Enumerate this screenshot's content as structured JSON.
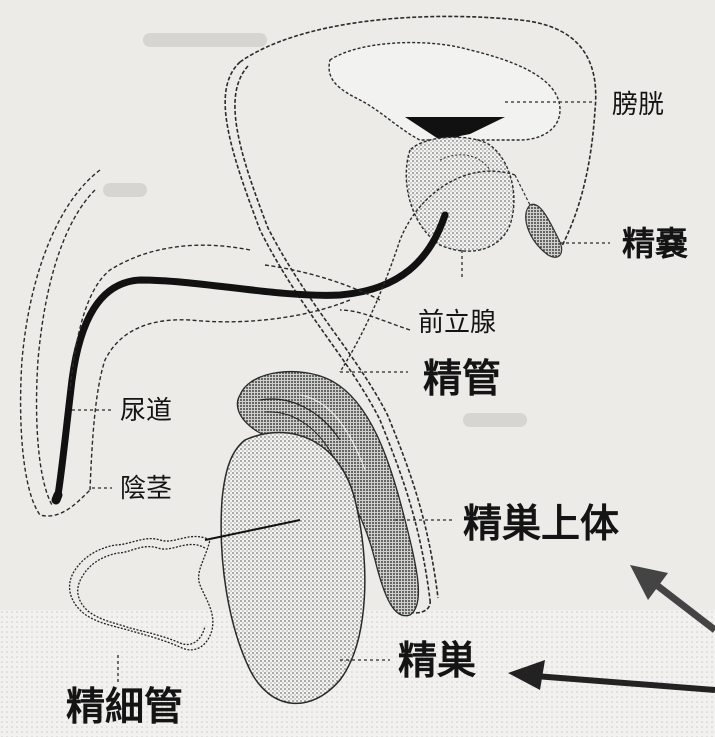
{
  "labels": {
    "bladder": "膀胱",
    "seminal_vesicle": "精嚢",
    "prostate": "前立腺",
    "vas_deferens": "精管",
    "urethra": "尿道",
    "penis": "陰茎",
    "epididymis": "精巣上体",
    "testis": "精巣",
    "seminiferous_tubule": "精細管"
  }
}
